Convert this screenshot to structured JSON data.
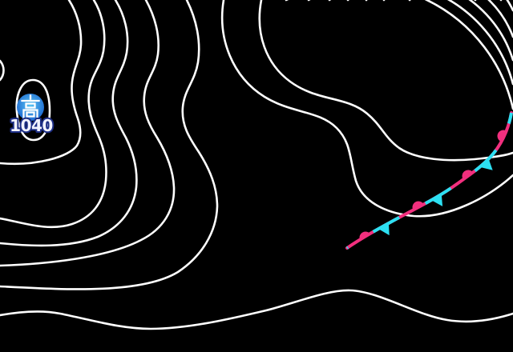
{
  "map": {
    "type": "surface-weather-map",
    "background_color": "#000000",
    "isobar_color": "#ffffff"
  },
  "high": {
    "symbol": "高",
    "pressure": "1040",
    "disc_center_color": "#58c4f2",
    "disc_edge_color": "#1a63cf",
    "label_fill": "#f2f3ff",
    "label_outline": "#1d2e85"
  },
  "front": {
    "type": "stationary-front",
    "warm_color": "#f22f7e",
    "cold_color": "#2ce0f2",
    "warm_marker": "semicircle",
    "cold_marker": "triangle",
    "warm_marker_count": 4,
    "cold_marker_count": 3
  }
}
